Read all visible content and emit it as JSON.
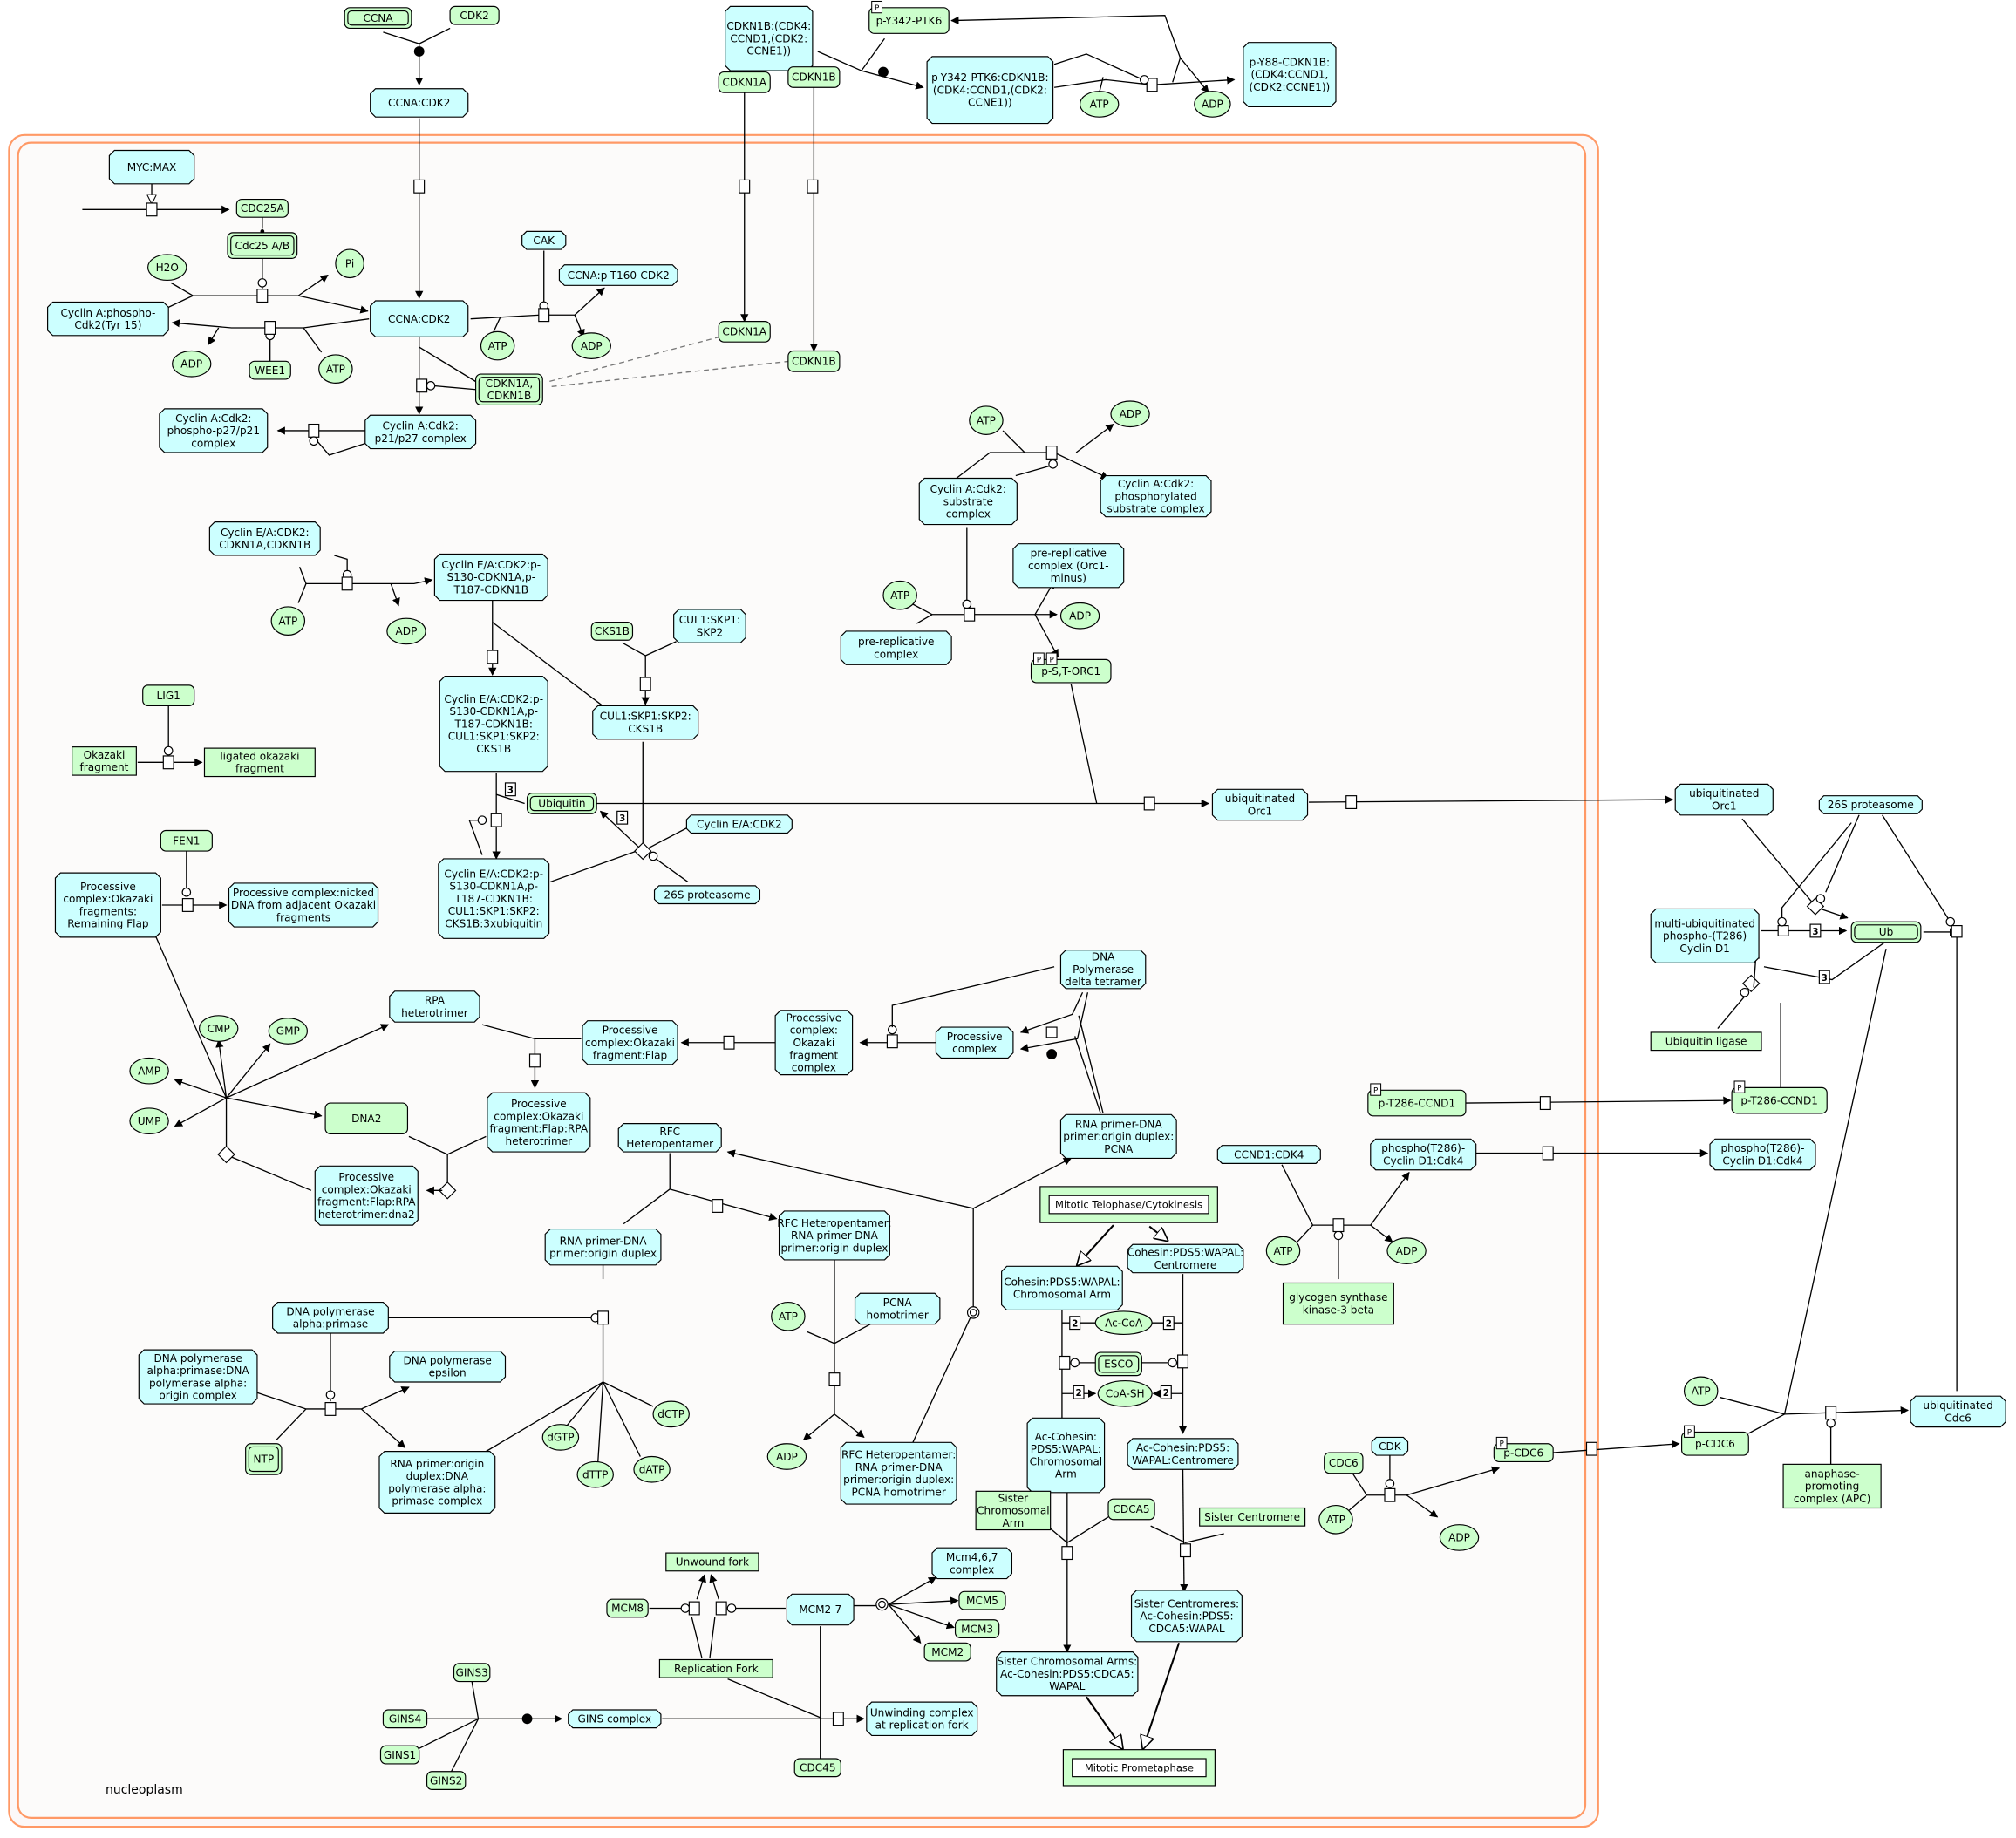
{
  "diagram": {
    "title": "Cell cycle / DNA replication pathway diagram",
    "compartment_label": "nucleoplasm",
    "colors": {
      "complex_fill": "#ccffff",
      "protein_fill": "#ccffcc",
      "compartment_stroke": "#ff9966",
      "compartment_fill": "#fdfbfa",
      "edge": "#000000"
    },
    "nodes": {
      "ccna": "CCNA",
      "cdk2": "CDK2",
      "ccna_cdk2_top": "CCNA:CDK2",
      "cdkn1b_cdk4_ccnd1": "CDKN1B:(CDK4:\nCCND1,(CDK2:\nCCNE1))",
      "p_y342_ptk6": "p-Y342-PTK6",
      "p_y342_ptk6_complex": "p-Y342-PTK6:CDKN1B:\n(CDK4:CCND1,(CDK2:\nCCNE1))",
      "p_y88_cdkn1b": "p-Y88-CDKN1B:\n(CDK4:CCND1,\n(CDK2:CCNE1))",
      "atp_top": "ATP",
      "adp_top": "ADP",
      "cdkn1a_top": "CDKN1A",
      "cdkn1b_top": "CDKN1B",
      "myc_max": "MYC:MAX",
      "cdc25a": "CDC25A",
      "cdc25ab": "Cdc25 A/B",
      "h2o": "H2O",
      "pi": "Pi",
      "cak": "CAK",
      "ccna_pt160": "CCNA:p-T160-CDK2",
      "cyclin_a_phospho": "Cyclin A:phospho-\nCdk2(Tyr 15)",
      "ccna_cdk2_mid": "CCNA:CDK2",
      "adp_1": "ADP",
      "wee1": "WEE1",
      "atp_1": "ATP",
      "atp_2": "ATP",
      "adp_2": "ADP",
      "cdkn1a_mid": "CDKN1A",
      "cdkn1b_mid": "CDKN1B",
      "cdkn1a_cdkn1b": "CDKN1A,\nCDKN1B",
      "cyclin_a_p21p27": "Cyclin A:Cdk2:\np21/p27 complex",
      "cyclin_a_phospho_p27": "Cyclin A:Cdk2:\nphospho-p27/p21\ncomplex",
      "atp_3": "ATP",
      "adp_3": "ADP",
      "cyclin_a_substrate": "Cyclin A:Cdk2:\nsubstrate\ncomplex",
      "cyclin_a_phos_substrate": "Cyclin A:Cdk2:\nphosphorylated\nsubstrate complex",
      "prerep_orc1_minus": "pre-replicative\ncomplex (Orc1-\nminus)",
      "atp_4": "ATP",
      "adp_4": "ADP",
      "prerep": "pre-replicative\ncomplex",
      "p_st_orc1": "p-S,T-ORC1",
      "cyclin_ea_cdkn": "Cyclin E/A:CDK2:\nCDKN1A,CDKN1B",
      "cyclin_ea_p": "Cyclin E/A:CDK2:p-\nS130-CDKN1A,p-\nT187-CDKN1B",
      "atp_5": "ATP",
      "adp_5": "ADP",
      "cks1b": "CKS1B",
      "cul1_skp1_skp2": "CUL1:SKP1:\nSKP2",
      "cul1_cks1b": "CUL1:SKP1:SKP2:\nCKS1B",
      "cyclin_ea_cul1": "Cyclin E/A:CDK2:p-\nS130-CDKN1A,p-\nT187-CDKN1B:\nCUL1:SKP1:SKP2:\nCKS1B",
      "ubiquitin": "Ubiquitin",
      "cyclin_ea_cdk2": "Cyclin E/A:CDK2",
      "cyclin_ea_ub": "Cyclin E/A:CDK2:p-\nS130-CDKN1A,p-\nT187-CDKN1B:\nCUL1:SKP1:SKP2:\nCKS1B:3xubiquitin",
      "proteasome_26s_1": "26S proteasome",
      "ub_orc1_in": "ubiquitinated\nOrc1",
      "ub_orc1_out": "ubiquitinated\nOrc1",
      "proteasome_26s_2": "26S proteasome",
      "lig1": "LIG1",
      "okazaki": "Okazaki\nfragment",
      "ligated_okazaki": "ligated okazaki\nfragment",
      "fen1": "FEN1",
      "processive_remaining_flap": "Processive\ncomplex:Okazaki\nfragments:\nRemaining Flap",
      "processive_nicked": "Processive complex:nicked\nDNA from adjacent Okazaki\nfragments",
      "multi_ub_cyclin_d1": "multi-ubiquitinated\nphospho-(T286)\nCyclin D1",
      "ub": "Ub",
      "ubiquitin_ligase": "Ubiquitin ligase",
      "cmp": "CMP",
      "gmp": "GMP",
      "amp": "AMP",
      "ump": "UMP",
      "rpa": "RPA\nheterotrimer",
      "dna2": "DNA2",
      "processive_flap": "Processive\ncomplex:Okazaki\nfragment:Flap",
      "processive_okazaki_complex": "Processive\ncomplex:\nOkazaki\nfragment\ncomplex",
      "processive_complex": "Processive\ncomplex",
      "dna_pol_delta": "DNA\nPolymerase\ndelta tetramer",
      "processive_flap_rpa": "Processive\ncomplex:Okazaki\nfragment:Flap:RPA\nheterotrimer",
      "processive_flap_rpa_dna2": "Processive\ncomplex:Okazaki\nfragment:Flap:RPA\nheterotrimer:dna2",
      "rna_primer_pcna": "RNA primer-DNA\nprimer:origin duplex:\nPCNA",
      "p_t286_ccnd1_in": "p-T286-CCND1",
      "p_t286_ccnd1_out": "p-T286-CCND1",
      "ccnd1_cdk4": "CCND1:CDK4",
      "phospho_cd1_cdk4_in": "phospho(T286)-\nCyclin D1:Cdk4",
      "phospho_cd1_cdk4_out": "phospho(T286)-\nCyclin D1:Cdk4",
      "rfc": "RFC\nHeteropentamer",
      "rna_primer_dna": "RNA primer-DNA\nprimer:origin duplex",
      "rfc_rna": "RFC Heteropentamer:\nRNA primer-DNA\nprimer:origin duplex",
      "mitotic_telophase": "Mitotic Telophase/Cytokinesis",
      "cohesin_arm": "Cohesin:PDS5:WAPAL:\nChromosomal Arm",
      "cohesin_centromere": "Cohesin:PDS5:WAPAL:\nCentromere",
      "atp_6": "ATP",
      "adp_6": "ADP",
      "gsk3b": "glycogen synthase\nkinase-3 beta",
      "dna_pol_alpha": "DNA polymerase\nalpha:primase",
      "dna_pol_alpha_complex": "DNA polymerase\nalpha:primase:DNA\npolymerase alpha:\norigin complex",
      "dna_pol_epsilon": "DNA polymerase\nepsilon",
      "ntp": "NTP",
      "rna_primer_pol_alpha": "RNA primer:origin\nduplex:DNA\npolymerase alpha:\nprimase complex",
      "dgtp": "dGTP",
      "dttp": "dTTP",
      "datp": "dATP",
      "dctp": "dCTP",
      "atp_7": "ATP",
      "pcna": "PCNA\nhomotrimer",
      "adp_7": "ADP",
      "rfc_pcna": "RFC Heteropentamer:\nRNA primer-DNA\nprimer:origin duplex:\nPCNA homotrimer",
      "ac_coa": "Ac-CoA",
      "esco": "ESCO",
      "coa_sh": "CoA-SH",
      "ac_cohesin_arm": "Ac-Cohesin:\nPDS5:WAPAL:\nChromosomal\nArm",
      "ac_cohesin_centromere": "Ac-Cohesin:PDS5:\nWAPAL:Centromere",
      "sister_arm": "Sister\nChromosomal\nArm",
      "cdca5": "CDCA5",
      "sister_centromere": "Sister Centromere",
      "sister_centromeres_complex": "Sister Centromeres:\nAc-Cohesin:PDS5:\nCDCA5:WAPAL",
      "sister_arms_complex": "Sister Chromosomal Arms:\nAc-Cohesin:PDS5:CDCA5:\nWAPAL",
      "mitotic_prometaphase": "Mitotic Prometaphase",
      "cdc6": "CDC6",
      "cdk": "CDK",
      "atp_8": "ATP",
      "adp_8": "ADP",
      "p_cdc6_in": "p-CDC6",
      "p_cdc6_out": "p-CDC6",
      "atp_9": "ATP",
      "apc": "anaphase-\npromoting\ncomplex (APC)",
      "ub_cdc6": "ubiquitinated\nCdc6",
      "unwound_fork": "Unwound fork",
      "mcm8": "MCM8",
      "mcm2_7": "MCM2-7",
      "mcm467": "Mcm4,6,7\ncomplex",
      "mcm5": "MCM5",
      "mcm3": "MCM3",
      "mcm2": "MCM2",
      "replication_fork": "Replication Fork",
      "gins3": "GINS3",
      "gins4": "GINS4",
      "gins1": "GINS1",
      "gins2": "GINS2",
      "gins_complex": "GINS complex",
      "unwinding_complex": "Unwinding complex\nat replication fork",
      "cdc45": "CDC45"
    },
    "modification_badge": "P",
    "stoichiometry": {
      "three": "3",
      "two": "2"
    }
  }
}
